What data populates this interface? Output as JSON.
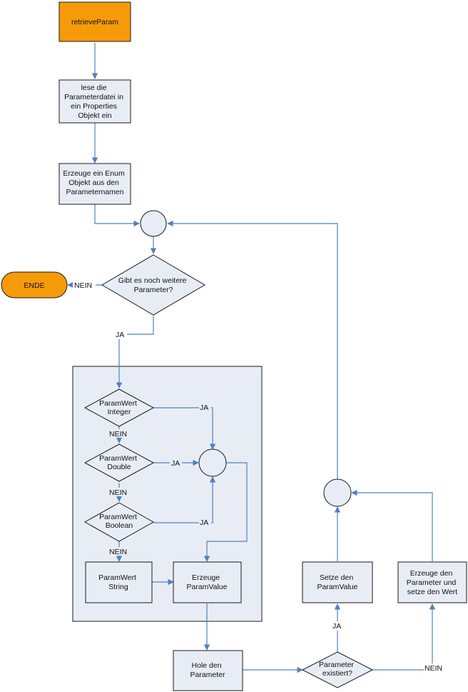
{
  "nodes": {
    "retrieve_param": "retrieveParam",
    "read_file": [
      "lese die",
      "Parameterdatei in",
      "ein Properties",
      "Objekt ein"
    ],
    "create_enum": [
      "Erzeuge ein Enum",
      "Objekt aus den",
      "Parameternamen"
    ],
    "more_params": [
      "Gibt es noch weitere",
      "Parameter?"
    ],
    "end": "ENDE",
    "is_integer": [
      "ParamWert",
      "Integer"
    ],
    "is_double": [
      "ParamWert",
      "Double"
    ],
    "is_boolean": [
      "ParamWert",
      "Boolean"
    ],
    "param_string": [
      "ParamWert",
      "String"
    ],
    "create_value": [
      "Erzeuge",
      "ParamValue"
    ],
    "get_param": [
      "Hole den",
      "Parameter"
    ],
    "param_exists": [
      "Parameter",
      "existiert?"
    ],
    "set_value": [
      "Setze den",
      "ParamValue"
    ],
    "create_param": [
      "Erzeuge den",
      "Parameter und",
      "setze den Wert"
    ]
  },
  "edge_labels": {
    "no": "NEIN",
    "yes": "JA"
  },
  "colors": {
    "terminal_fill": "#f79a0a",
    "box_fill": "#e8edf5",
    "edge": "#4f81bd"
  }
}
